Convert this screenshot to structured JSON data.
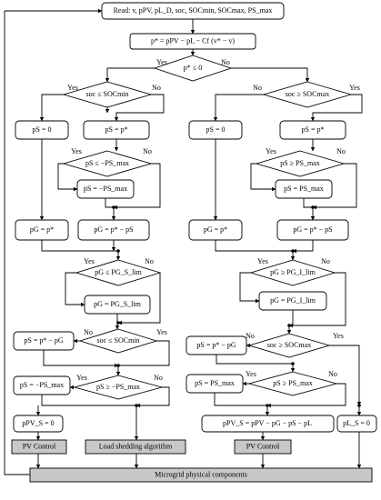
{
  "nodes": {
    "read": "Read: v, pPV, pL_D, soc, SOCmin, SOCmax, PS_max",
    "pstar_calc": "p* = pPV − pL − Cf (v* − v)",
    "dec_pstar": "p* ≤ 0",
    "dec_soc_min_top": "soc ≤ SOCmin",
    "dec_soc_max_top": "soc ≥ SOCmax",
    "ps_zero_left": "pS = 0",
    "ps_pstar_left": "pS = p*",
    "ps_zero_right": "pS = 0",
    "ps_pstar_right": "pS = p*",
    "dec_ps_le": "pS ≤ −PS_max",
    "dec_ps_ge": "pS ≥ PS_max",
    "ps_neg_max": "pS = −PS_max",
    "ps_pos_max": "pS = PS_max",
    "pg_pstar_left": "pG = p*",
    "pg_diff_left": "pG = p* − pS",
    "pg_pstar_right": "pG = p*",
    "pg_diff_right": "pG = p* − pS",
    "dec_pg_le": "pG ≤ PG_S_lim",
    "dec_pg_ge": "pG ≥ PG_I_lim",
    "pg_s_lim": "pG = PG_S_lim",
    "pg_i_lim": "pG = PG_I_lim",
    "dec_soc_min_bot": "soc ≤ SOCmin",
    "dec_soc_ge_bot": "soc ≥ SOCmax",
    "ps_diff_left": "pS = p* − pG",
    "ps_diff_right": "pS = p* − pG",
    "dec_ps_ge_neg": "pS ≥ −PS_max",
    "dec_ps_ge_pos": "pS ≥ PS_max",
    "ps_neg_max2": "pS = −PS_max",
    "ps_pos_max2": "pS = PS_max",
    "ppv_s_left": "pPV_S = 0",
    "ppv_s_mid": "pPV_S = pPV − pG − pS − pL",
    "pl_s_right": "pL_S = 0",
    "pv_control_left": "PV Control",
    "load_shedding": "Load shedding algorithm",
    "pv_control_right": "PV Control",
    "microgrid": "Microgrid physical components"
  },
  "branch_labels": {
    "yes": "Yes",
    "no": "No"
  }
}
